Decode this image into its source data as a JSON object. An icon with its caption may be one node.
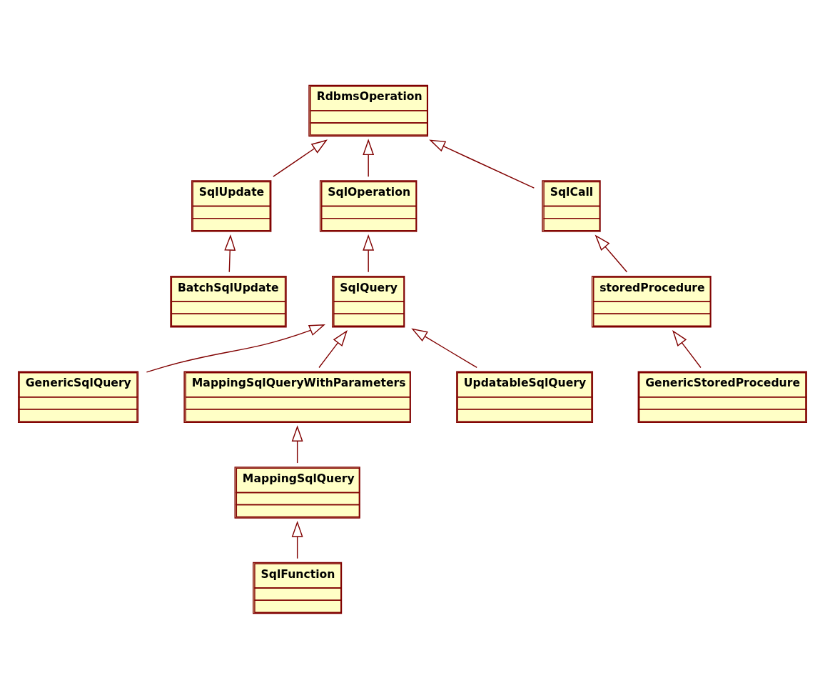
{
  "diagram": {
    "nodes": [
      {
        "text": [
          "RdbmsOperation"
        ]
      },
      {
        "text": [
          "SqlUpdate"
        ]
      },
      {
        "text": [
          "SqlOperation"
        ]
      },
      {
        "text": [
          "SqlCall"
        ]
      },
      {
        "text": [
          "BatchSqlUpdate"
        ]
      },
      {
        "text": [
          "SqlQuery"
        ]
      },
      {
        "text": [
          "storedProcedure"
        ]
      },
      {
        "text": [
          "GenericStoredProcedure"
        ]
      },
      {
        "text": [
          "GenericSqlQuery"
        ]
      },
      {
        "text": [
          "MappingSqlQueryWithParameters"
        ]
      },
      {
        "text": [
          "UpdatableSqlQuery"
        ]
      },
      {
        "text": [
          "MappingSqlQuery"
        ]
      },
      {
        "text": [
          "SqlFunction"
        ]
      }
    ],
    "edges": [
      {
        "from": 1,
        "to": 0,
        "arrow": "to"
      },
      {
        "from": 2,
        "to": 0,
        "arrow": "to"
      },
      {
        "from": 3,
        "to": 0,
        "arrow": "to"
      },
      {
        "from": 4,
        "to": 1,
        "arrow": "to"
      },
      {
        "from": 5,
        "to": 2,
        "arrow": "to"
      },
      {
        "from": 6,
        "to": 3,
        "arrow": "to"
      },
      {
        "from": 7,
        "to": 6,
        "arrow": "to"
      },
      {
        "from": 8,
        "to": 5,
        "arrow": "to"
      },
      {
        "from": 9,
        "to": 5,
        "arrow": "to"
      },
      {
        "from": 10,
        "to": 5,
        "arrow": "to"
      },
      {
        "from": 11,
        "to": 9,
        "arrow": "to"
      },
      {
        "from": 12,
        "to": 11,
        "arrow": "to"
      }
    ]
  }
}
